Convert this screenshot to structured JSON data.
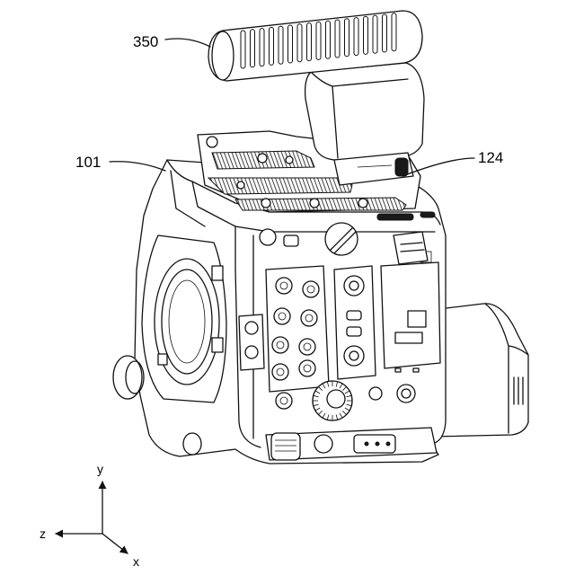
{
  "labels": {
    "microphone": "350",
    "camera_body": "101",
    "mount_unit": "124"
  },
  "axes": {
    "y": "y",
    "z": "z",
    "x": "x"
  }
}
